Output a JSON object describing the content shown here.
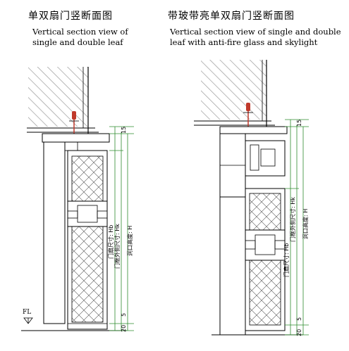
{
  "left_panel": {
    "title_cn": "单双扇门竖断面图",
    "title_en_line1": "Vertical section view of",
    "title_en_line2": "single and double leaf",
    "dim_top": "15",
    "dim_bottom_a": "20",
    "dim_bottom_b": "5",
    "dim_leaf_h": "门扇尺寸: Hb",
    "dim_frame_h": "门框外侧尺寸: Hk",
    "dim_opening_h": "洞口高度: H",
    "floor_label": "FL"
  },
  "right_panel": {
    "title_cn": "带玻带亮单双扇门竖断面图",
    "title_en_line1": "Vertical section view of single and double",
    "title_en_line2": "leaf with anti-fire glass and skylight",
    "dim_top": "15",
    "dim_bottom_a": "20",
    "dim_bottom_b": "5",
    "dim_leaf_h": "门扇尺寸: Hb",
    "dim_frame_h": "门框外侧尺寸: Hk",
    "dim_opening_h": "洞口高度: H"
  },
  "colors": {
    "line": "#000000",
    "dim_line": "#2e8b2e",
    "bolt": "#c0392b"
  }
}
